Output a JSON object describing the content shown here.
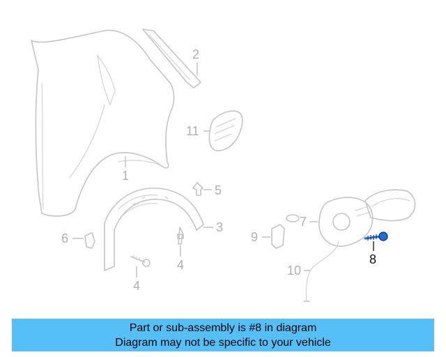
{
  "diagram": {
    "callouts": [
      {
        "id": "1",
        "label": "1"
      },
      {
        "id": "2",
        "label": "2"
      },
      {
        "id": "3",
        "label": "3"
      },
      {
        "id": "4a",
        "label": "4"
      },
      {
        "id": "4b",
        "label": "4"
      },
      {
        "id": "5",
        "label": "5"
      },
      {
        "id": "6",
        "label": "6"
      },
      {
        "id": "7",
        "label": "7"
      },
      {
        "id": "8",
        "label": "8"
      },
      {
        "id": "9",
        "label": "9"
      },
      {
        "id": "10",
        "label": "10"
      },
      {
        "id": "11",
        "label": "11"
      }
    ],
    "highlighted_part": "8",
    "colors": {
      "part_gray": "#c4c4c4",
      "highlight_part": "#1e6fd9",
      "highlight_label": "#111111",
      "banner_bg": "#55bff7"
    }
  },
  "banner": {
    "line1": "Part or sub-assembly is #8 in diagram",
    "line2": "Diagram may not be specific to your vehicle"
  }
}
